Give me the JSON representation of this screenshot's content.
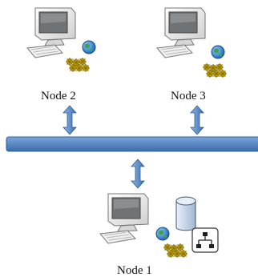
{
  "diagram": {
    "nodes": [
      {
        "id": "node-2",
        "label": "Node 2",
        "icon": "computer-globe-gears-icon"
      },
      {
        "id": "node-3",
        "label": "Node 3",
        "icon": "computer-globe-gears-icon"
      },
      {
        "id": "node-1",
        "label": "Node 1",
        "icon": "computer-globe-gears-database-network-icon"
      }
    ],
    "bus": {
      "name": "shared-bus"
    },
    "links": [
      {
        "from": "node-2",
        "to": "shared-bus",
        "style": "double-arrow"
      },
      {
        "from": "node-3",
        "to": "shared-bus",
        "style": "double-arrow"
      },
      {
        "from": "node-1",
        "to": "shared-bus",
        "style": "double-arrow"
      }
    ],
    "colors": {
      "bus_fill": "#4f81bd",
      "bus_stroke": "#2f5f95",
      "arrow_fill": "#5a88c4",
      "monitor": "#e9e9e9",
      "screen": "#6f7376",
      "globe": "#2f7fd6",
      "gear": "#e0b800",
      "database": "#c9d7e8"
    }
  }
}
